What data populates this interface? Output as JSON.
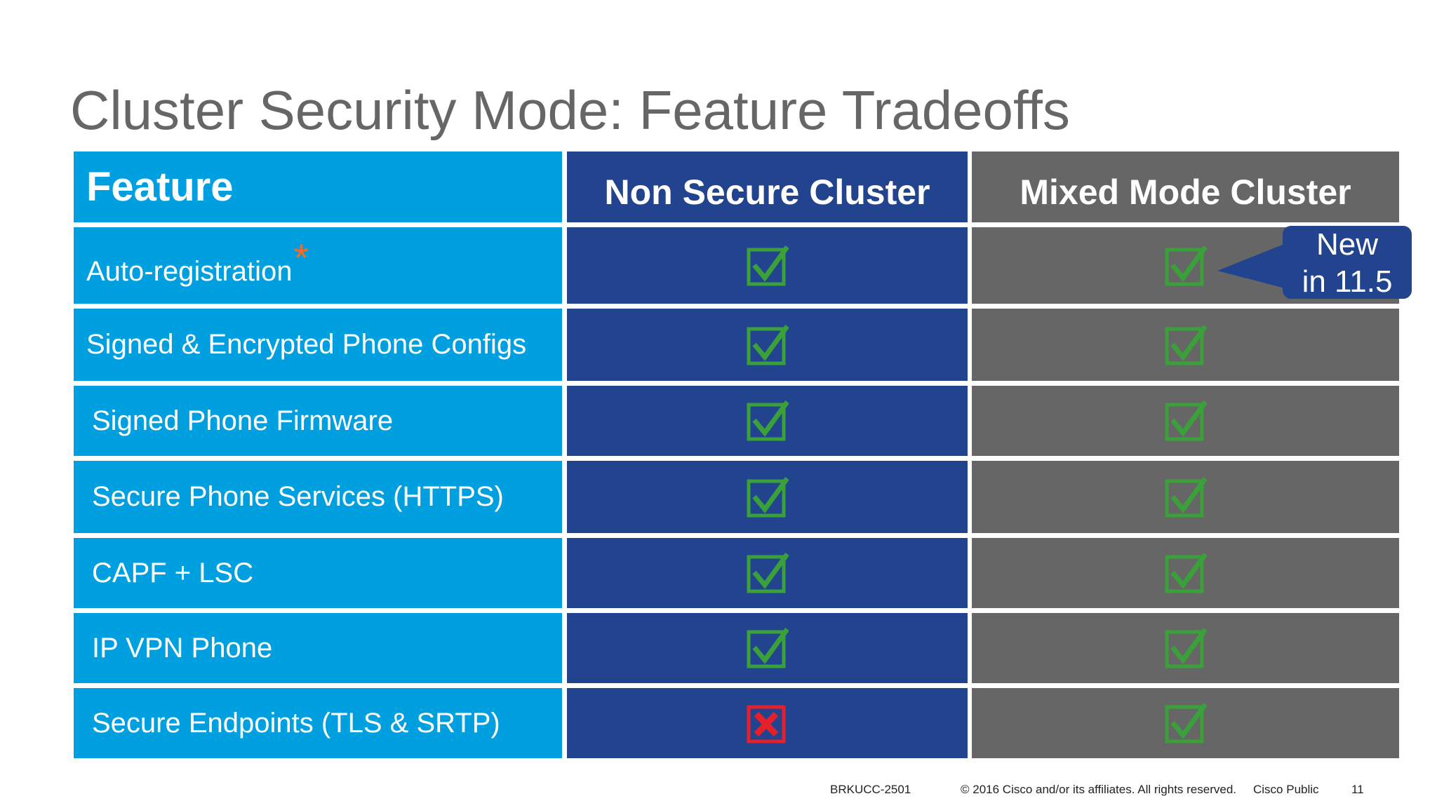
{
  "title": "Cluster Security Mode: Feature Tradeoffs",
  "table": {
    "headers": [
      "Feature",
      "Non Secure Cluster",
      "Mixed Mode Cluster"
    ],
    "rows": [
      {
        "feature": "Auto-registration",
        "asterisk": "*",
        "non_secure": "check",
        "mixed_mode": "check"
      },
      {
        "feature": "Signed & Encrypted Phone Configs",
        "non_secure": "check",
        "mixed_mode": "check"
      },
      {
        "feature": "Signed Phone Firmware",
        "non_secure": "check",
        "mixed_mode": "check"
      },
      {
        "feature": "Secure Phone Services (HTTPS)",
        "non_secure": "check",
        "mixed_mode": "check"
      },
      {
        "feature": "CAPF + LSC",
        "non_secure": "check",
        "mixed_mode": "check"
      },
      {
        "feature": "IP VPN Phone",
        "non_secure": "check",
        "mixed_mode": "check"
      },
      {
        "feature": "Secure Endpoints (TLS & SRTP)",
        "non_secure": "cross",
        "mixed_mode": "check"
      }
    ]
  },
  "callout": {
    "line1": "New",
    "line2": "in 11.5"
  },
  "footer": {
    "session": "BRKUCC-2501",
    "copyright": "© 2016  Cisco and/or its affiliates. All rights reserved.",
    "classification": "Cisco Public",
    "page": "11"
  },
  "colors": {
    "feature_col": "#009fe0",
    "non_secure_col": "#22448f",
    "mixed_col": "#666666",
    "check": "#3aa03a",
    "cross": "#e5202a",
    "asterisk": "#f26b2b"
  },
  "icons": {
    "check": "checkbox-check-icon",
    "cross": "checkbox-cross-icon"
  }
}
